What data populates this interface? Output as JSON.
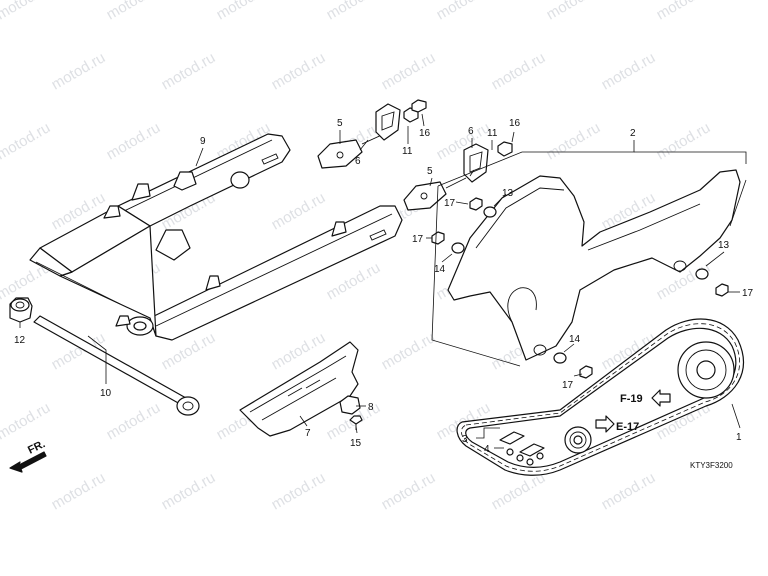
{
  "watermark": "motod.ru",
  "diagram_code": "KTY3F3200",
  "direction_label": "FR.",
  "references": {
    "f19": "F-19",
    "e17": "E-17"
  },
  "callouts": {
    "c1": "1",
    "c2": "2",
    "c3": "3",
    "c4": "4",
    "c5a": "5",
    "c5b": "5",
    "c6a": "6",
    "c6b": "6",
    "c7": "7",
    "c8": "8",
    "c9": "9",
    "c10": "10",
    "c11a": "11",
    "c11b": "11",
    "c12": "12",
    "c13a": "13",
    "c13b": "13",
    "c14a": "14",
    "c14b": "14",
    "c15": "15",
    "c16a": "16",
    "c16b": "16",
    "c17a": "17",
    "c17b": "17",
    "c17c": "17",
    "c17d": "17"
  },
  "colors": {
    "line": "#111111",
    "watermark": "#c2c7ce",
    "background": "#ffffff"
  }
}
